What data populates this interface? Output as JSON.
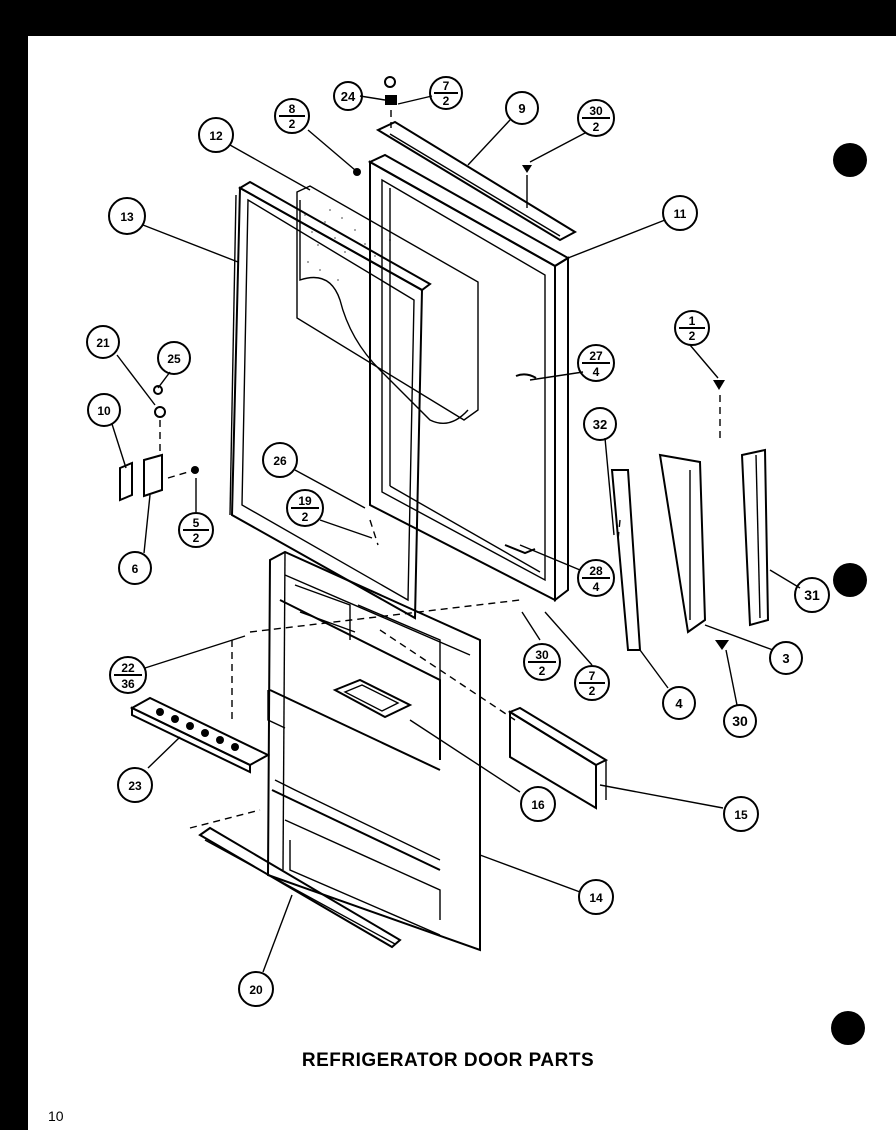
{
  "title": "REFRIGERATOR DOOR PARTS",
  "page_number": "10",
  "callouts": [
    {
      "id": "c24",
      "label": "24"
    },
    {
      "id": "c7a",
      "num": "7",
      "den": "2"
    },
    {
      "id": "c8",
      "num": "8",
      "den": "2"
    },
    {
      "id": "c9",
      "label": "9"
    },
    {
      "id": "c30a",
      "num": "30",
      "den": "2"
    },
    {
      "id": "c12",
      "label": "12"
    },
    {
      "id": "c13",
      "label": "13"
    },
    {
      "id": "c11",
      "label": "11"
    },
    {
      "id": "c1",
      "num": "1",
      "den": "2"
    },
    {
      "id": "c21",
      "label": "21"
    },
    {
      "id": "c25a",
      "label": "25"
    },
    {
      "id": "c27",
      "num": "27",
      "den": "4"
    },
    {
      "id": "c10",
      "label": "10"
    },
    {
      "id": "c32",
      "label": "32"
    },
    {
      "id": "c26",
      "label": "26"
    },
    {
      "id": "c19",
      "num": "19",
      "den": "2"
    },
    {
      "id": "c5",
      "num": "5",
      "den": "2"
    },
    {
      "id": "c6",
      "label": "6"
    },
    {
      "id": "c28",
      "num": "28",
      "den": "4"
    },
    {
      "id": "c31",
      "label": "31"
    },
    {
      "id": "c3",
      "label": "3"
    },
    {
      "id": "c30b",
      "num": "30",
      "den": "2"
    },
    {
      "id": "c7b",
      "num": "7",
      "den": "2"
    },
    {
      "id": "c22",
      "num": "22",
      "den": "36"
    },
    {
      "id": "c4",
      "label": "4"
    },
    {
      "id": "c30c",
      "label": "30"
    },
    {
      "id": "c23",
      "label": "23"
    },
    {
      "id": "c16",
      "label": "16"
    },
    {
      "id": "c15",
      "label": "15"
    },
    {
      "id": "c14",
      "label": "14"
    },
    {
      "id": "c20",
      "label": "20"
    }
  ]
}
